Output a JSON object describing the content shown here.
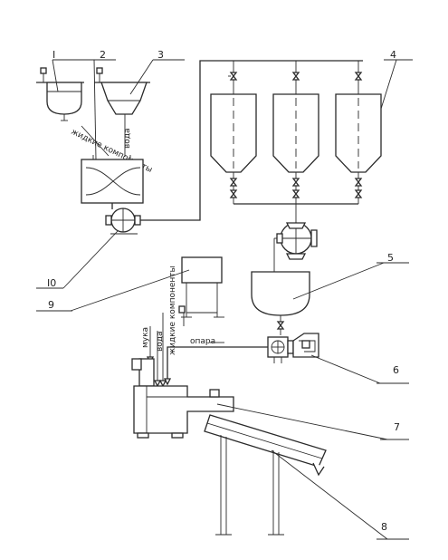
{
  "labels": {
    "l1": "I",
    "l2": "2",
    "l3": "3",
    "l4": "4",
    "l5": "5",
    "l6": "6",
    "l7": "7",
    "l8": "8",
    "l9": "9",
    "l10": "I0"
  },
  "text": {
    "voda_top": "вода",
    "liquid_components_top": "жидкие компоненты",
    "muka": "мука",
    "voda_bottom": "вода",
    "liquid_components_bottom": "жидкие компоненты",
    "opara": "опара"
  }
}
